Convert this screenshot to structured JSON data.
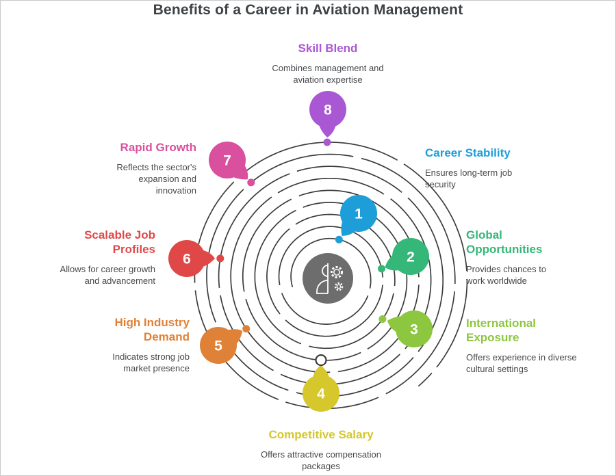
{
  "title": "Benefits of a Career in Aviation Management",
  "center_icon": "person-gears-icon",
  "spiral_color": "#3c3c3c",
  "center_circle_color": "#6d6d6d",
  "items": [
    {
      "number": "1",
      "title": "Career Stability",
      "description": "Ensures long-term job security",
      "color": "#1e9ed9"
    },
    {
      "number": "2",
      "title": "Global Opportunities",
      "description": "Provides chances to work worldwide",
      "color": "#34b778"
    },
    {
      "number": "3",
      "title": "International Exposure",
      "description": "Offers experience in diverse cultural settings",
      "color": "#8dc63f"
    },
    {
      "number": "4",
      "title": "Competitive Salary",
      "description": "Offers attractive compensation packages",
      "color": "#d5c72c"
    },
    {
      "number": "5",
      "title": "High Industry Demand",
      "description": "Indicates strong job market presence",
      "color": "#e08138"
    },
    {
      "number": "6",
      "title": "Scalable Job Profiles",
      "description": "Allows for career growth and advancement",
      "color": "#e04848"
    },
    {
      "number": "7",
      "title": "Rapid Growth",
      "description": "Reflects the sector's expansion and innovation",
      "color": "#d9509e"
    },
    {
      "number": "8",
      "title": "Skill Blend",
      "description": "Combines management and aviation expertise",
      "color": "#aa57d4"
    }
  ]
}
